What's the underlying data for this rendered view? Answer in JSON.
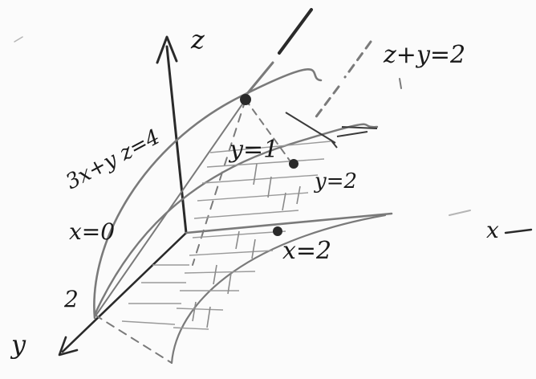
{
  "labels": {
    "axis_z": "z",
    "axis_y": "y",
    "axis_x": "x",
    "plane_x_plus_y": "z+y=2",
    "surface": "3x+y z=4",
    "x0": "x=0",
    "y1": "y=1",
    "y2": "y=2",
    "x2": "x=2",
    "two": "2"
  },
  "colors": {
    "ink": "#2a2a2a",
    "pencil": "#7a7a7a",
    "paper": "#fbfbfb"
  }
}
